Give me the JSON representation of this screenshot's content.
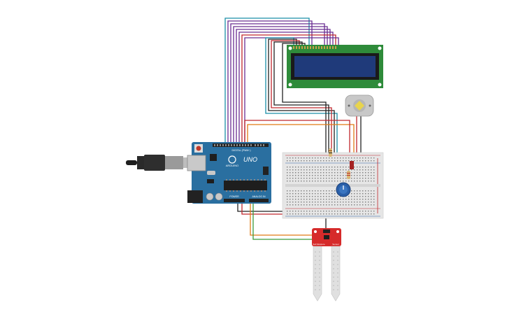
{
  "circuit": {
    "arduino": {
      "brand": "ARDUINO",
      "model": "UNO",
      "digital_label": "DIGITAL (PWM~)",
      "power_label": "POWER",
      "analog_label": "ANALOG IN",
      "board_color": "#2a6fa0",
      "reset_color": "#c0392b"
    },
    "lcd": {
      "pcb_color": "#2e8b3a",
      "screen_color": "#1f3a7a"
    },
    "motor": {
      "body_color": "#c8c8c8",
      "shaft_color": "#e8d44d"
    },
    "soil_sensor": {
      "left_label": "Soil Moisture",
      "right_label": "Sensor",
      "board_color": "#d62b2b"
    },
    "breadboard": {
      "color": "#e6e6e6"
    },
    "potentiometer": {
      "color": "#2a5fa8"
    },
    "wire_colors": {
      "purple": "#6a2d91",
      "teal": "#1b8fa8",
      "red": "#c0272d",
      "orange": "#e07a14",
      "green": "#3a9a3a",
      "black": "#222222"
    }
  }
}
